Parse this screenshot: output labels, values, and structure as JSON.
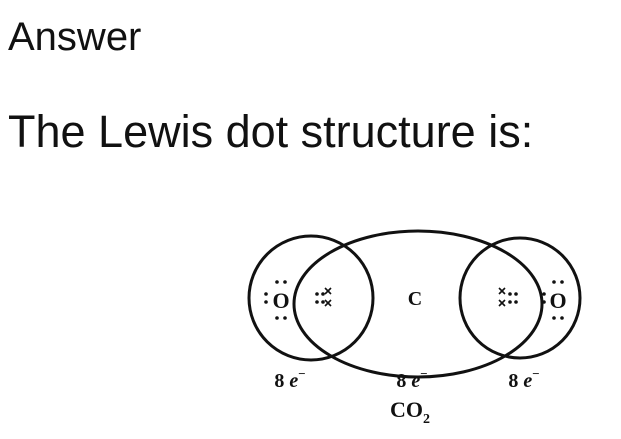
{
  "answer_heading": "Answer",
  "intro_text": "The Lewis dot structure is:",
  "diagram": {
    "left_atom": "O",
    "center_atom": "C",
    "right_atom": "O",
    "left_electron_count": "8",
    "center_electron_count": "8",
    "right_electron_count": "8",
    "electron_symbol": "e",
    "charge_symbol": "−",
    "formula_base": "CO",
    "formula_subscript": "2"
  }
}
